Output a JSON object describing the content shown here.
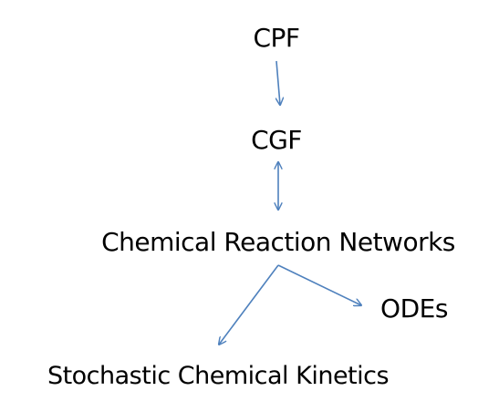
{
  "nodes": {
    "cpf": "CPF",
    "cgf": "CGF",
    "crn": "Chemical Reaction Networks",
    "odes": "ODEs",
    "sck": "Stochastic Chemical Kinetics"
  },
  "colors": {
    "arrow": "#4f81bd",
    "text": "#000000"
  }
}
